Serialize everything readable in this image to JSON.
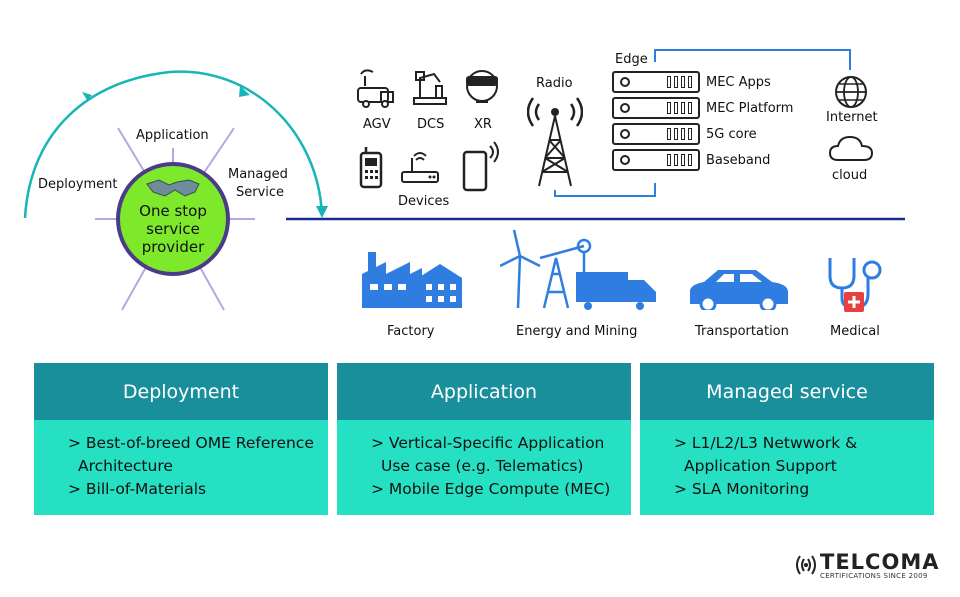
{
  "hub": {
    "title_line1": "One stop",
    "title_line2": "service",
    "title_line3": "provider",
    "spokes": {
      "application": "Application",
      "deployment": "Deployment",
      "managed_line1": "Managed",
      "managed_line2": "Service"
    }
  },
  "devices": {
    "agv": "AGV",
    "dcs": "DCS",
    "xr": "XR",
    "devices_label": "Devices",
    "radio": "Radio"
  },
  "edge": {
    "title": "Edge",
    "layers": [
      "MEC Apps",
      "MEC Platform",
      "5G core",
      "Baseband"
    ],
    "internet": "Internet",
    "cloud": "cloud"
  },
  "verticals": [
    "Factory",
    "Energy and Mining",
    "Transportation",
    "Medical"
  ],
  "columns": [
    {
      "title": "Deployment",
      "lines": [
        "> Best-of-breed OME Reference",
        "   Architecture",
        "> Bill-of-Materials"
      ]
    },
    {
      "title": "Application",
      "lines": [
        "> Vertical-Specific Application",
        "   Use case (e.g.  Telematics)",
        "> Mobile Edge Compute (MEC)"
      ]
    },
    {
      "title": "Managed service",
      "lines": [
        "> L1/L2/L3 Netwwork &",
        "   Application Support",
        "> SLA Monitoring"
      ]
    }
  ],
  "logo": {
    "name": "TELCOMA",
    "tagline": "CERTIFICATIONS SINCE 2009"
  },
  "colors": {
    "accent_blue": "#2f7de1",
    "teal": "#1a8f9c",
    "mint": "#25e0c2",
    "hub_green": "#7ee82a",
    "line_navy": "#1b2a8c"
  }
}
